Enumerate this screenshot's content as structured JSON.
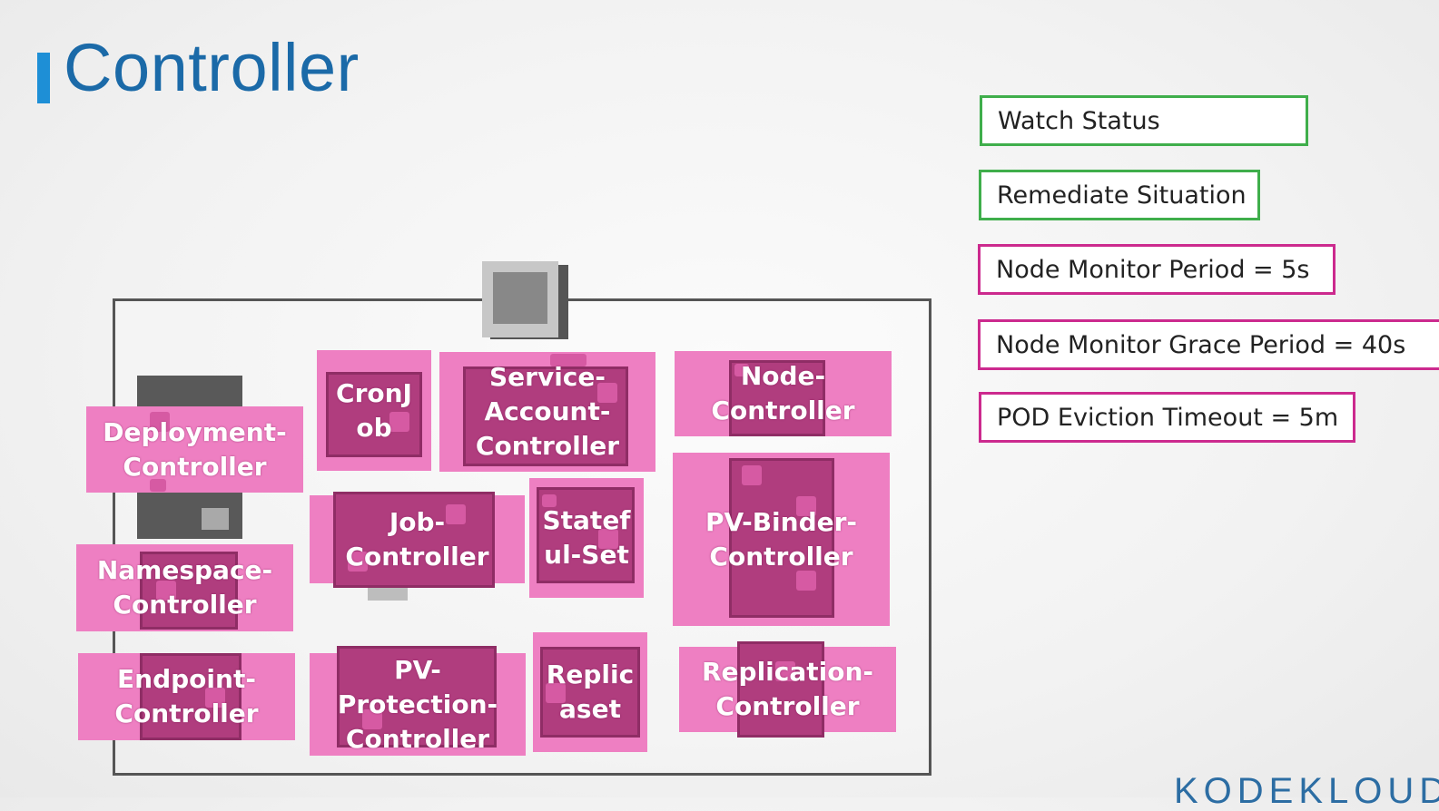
{
  "slide": {
    "title": "Controller"
  },
  "controllers": [
    {
      "id": "deployment",
      "label": "Deployment-\nController"
    },
    {
      "id": "cronjob",
      "label": "CronJ\nob"
    },
    {
      "id": "service-account",
      "label": "Service-\nAccount-\nController"
    },
    {
      "id": "node",
      "label": "Node-\nController"
    },
    {
      "id": "job",
      "label": "Job-\nController"
    },
    {
      "id": "statefulset",
      "label": "Statef\nul-Set"
    },
    {
      "id": "pv-binder",
      "label": "PV-Binder-\nController"
    },
    {
      "id": "namespace",
      "label": "Namespace-\nController"
    },
    {
      "id": "endpoint",
      "label": "Endpoint-\nController"
    },
    {
      "id": "pv-protection",
      "label": "PV-\nProtection-\nController"
    },
    {
      "id": "replicaset",
      "label": "Replic\naset"
    },
    {
      "id": "replication",
      "label": "Replication-\nController"
    }
  ],
  "parameters": [
    {
      "text": "Watch Status",
      "color": "green"
    },
    {
      "text": "Remediate Situation",
      "color": "green"
    },
    {
      "text": "Node Monitor Period = 5s",
      "color": "magenta"
    },
    {
      "text": "Node Monitor Grace Period = 40s",
      "color": "magenta"
    },
    {
      "text": "POD Eviction Timeout = 5m",
      "color": "magenta"
    }
  ],
  "colors": {
    "title": "#1b6aa8",
    "accent_bar": "#1e8fd6",
    "controller_fill": "#ee7fc2",
    "green_border": "#3fae4b",
    "magenta_border": "#cc2a8e"
  },
  "logo": {
    "text": "KODEKLOUD"
  }
}
